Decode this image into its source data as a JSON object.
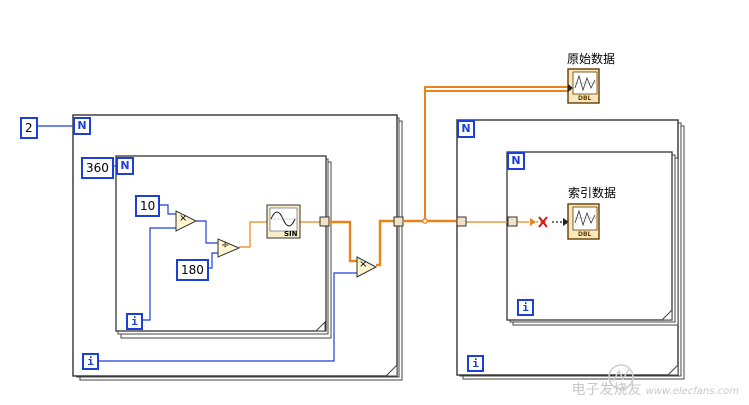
{
  "constants": {
    "outer_n": "2",
    "inner_n": "360",
    "ten": "10",
    "one_eighty": "180"
  },
  "loop": {
    "n_label": "N",
    "i_label": "i"
  },
  "functions": {
    "multiply": "×",
    "divide": "÷",
    "multiply2": "×",
    "sine": "SIN"
  },
  "indicators": {
    "raw_data": "原始数据",
    "indexed_data": "索引数据",
    "dbl_tag": "DBL"
  },
  "watermark": {
    "text": "电子发烧友",
    "url": "www.elecfans.com"
  },
  "colors": {
    "frame": "#1c3fd8",
    "orange_wire": "#e8841a",
    "blue_wire": "#1c3fd8"
  }
}
